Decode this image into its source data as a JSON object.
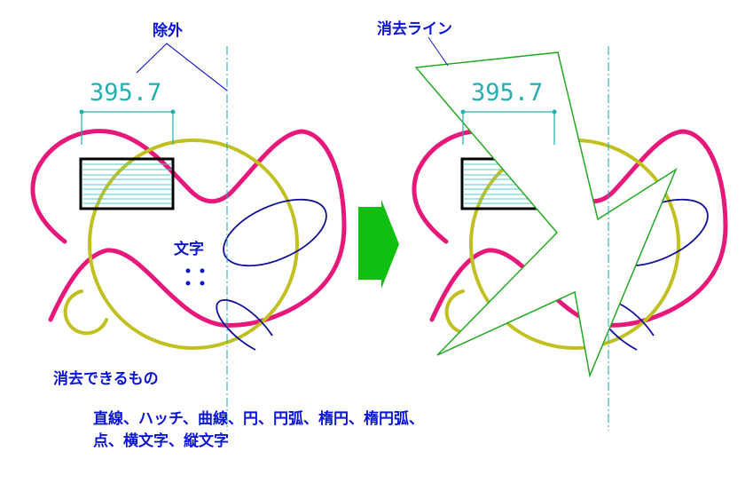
{
  "labels": {
    "exclude": "除外",
    "erase_line": "消去ライン",
    "text_label": "文字",
    "erasable_heading": "消去できるもの",
    "erasable_line1": "直線、ハッチ、曲線、円、円弧、楕円、楕円弧、",
    "erasable_line2": "点、横文字、縦文字"
  },
  "dimension_left": "395.7",
  "dimension_right": "395.7",
  "colors": {
    "label": "#0a14d8",
    "curve": "#e8187a",
    "circle": "#c0c020",
    "ellipse": "#10109a",
    "dimension": "#20b0b0",
    "erase_line": "#22aa22",
    "arrow": "#10c010"
  }
}
